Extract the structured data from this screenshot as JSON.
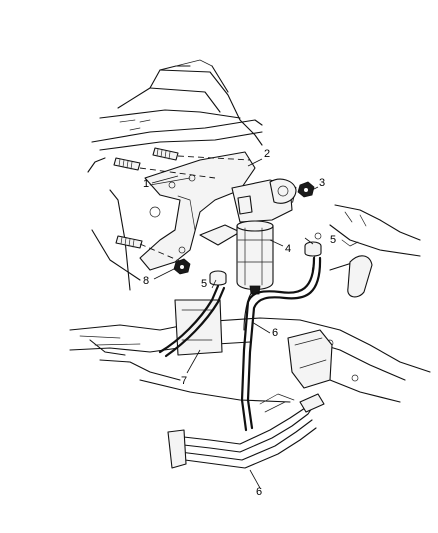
{
  "callouts": {
    "c1": "1",
    "c2": "2",
    "c3": "3",
    "c4": "4",
    "c5a": "5",
    "c5b": "5",
    "c6a": "6",
    "c6b": "6",
    "c7": "7",
    "c8": "8"
  }
}
